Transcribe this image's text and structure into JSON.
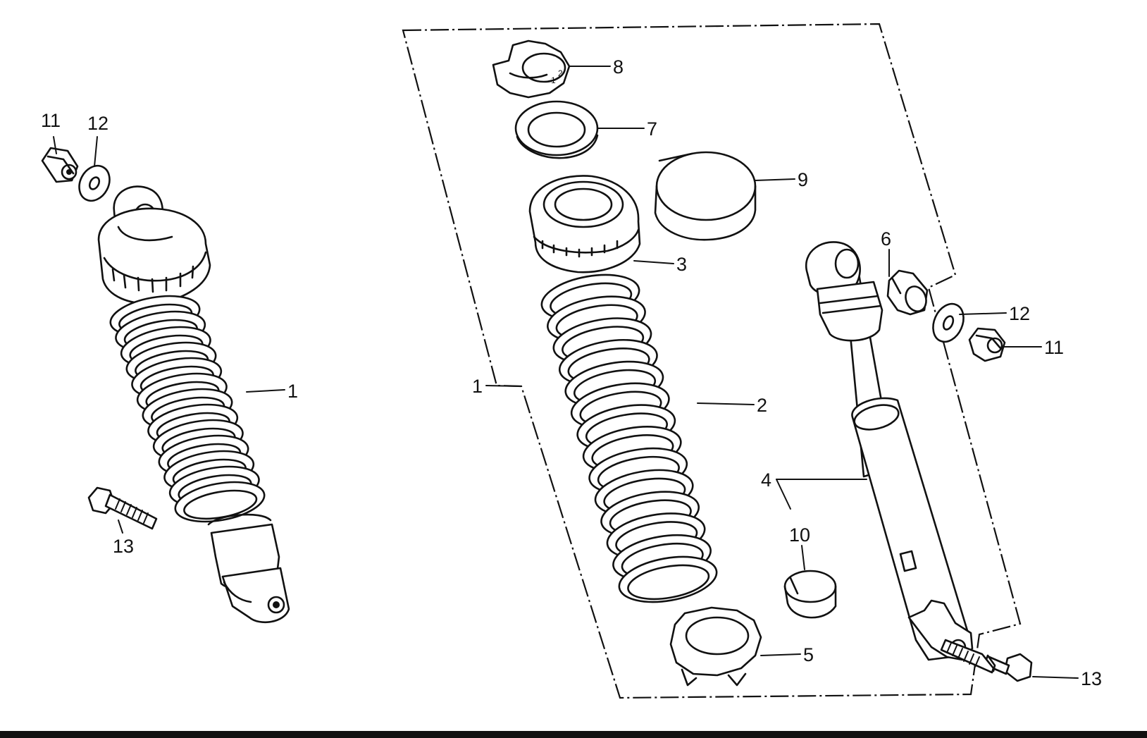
{
  "callouts": {
    "left_nut": "11",
    "left_washer": "12",
    "left_assembly": "1",
    "left_bolt": "13",
    "exploded_assembly": "1",
    "spring": "2",
    "upper_spring_seat": "3",
    "damper": "4",
    "lower_spring_seat": "5",
    "bushing": "6",
    "spring_guide": "7",
    "adjuster": "8",
    "protector_band": "9",
    "stopper_ring": "10",
    "right_washer": "12",
    "right_nut": "11",
    "right_bolt": "13"
  }
}
